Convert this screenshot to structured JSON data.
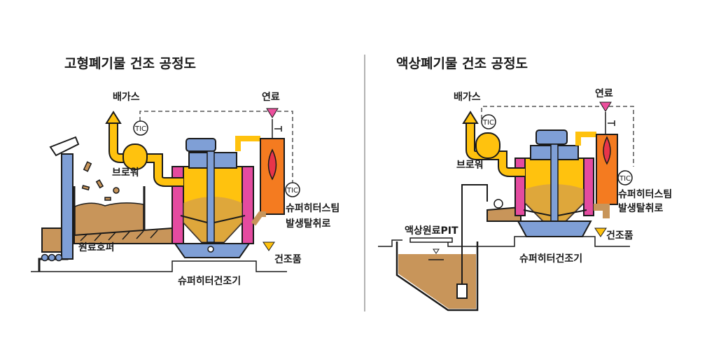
{
  "left": {
    "title": "고형폐기물 건조 공정도",
    "exhaust": "배가스",
    "blower": "브로워",
    "fuel": "연료",
    "tic_top": "TIC",
    "tic_side": "TIC",
    "furnace_line1": "슈퍼히터스팀",
    "furnace_line2": "발생탈취로",
    "hopper": "원료호퍼",
    "product": "건조품",
    "dryer": "슈퍼히터건조기"
  },
  "right": {
    "title": "액상폐기물 건조 공정도",
    "exhaust": "배가스",
    "blower": "브로워",
    "fuel": "연료",
    "tic_top": "TIC",
    "tic_side": "TIC",
    "furnace_line1": "슈퍼히터스팀",
    "furnace_line2": "발생탈취로",
    "pit": "액상원료PIT",
    "product": "건조품",
    "dryer": "슈퍼히터건조기"
  },
  "colors": {
    "yellow": "#ffc20e",
    "blue": "#7f9fd6",
    "pink": "#e44ba0",
    "orange": "#f47b20",
    "brown": "#c8955a",
    "flame": "#e8344a",
    "fuel_arrow": "#ec4f9d",
    "outline": "#1a1a1a"
  }
}
